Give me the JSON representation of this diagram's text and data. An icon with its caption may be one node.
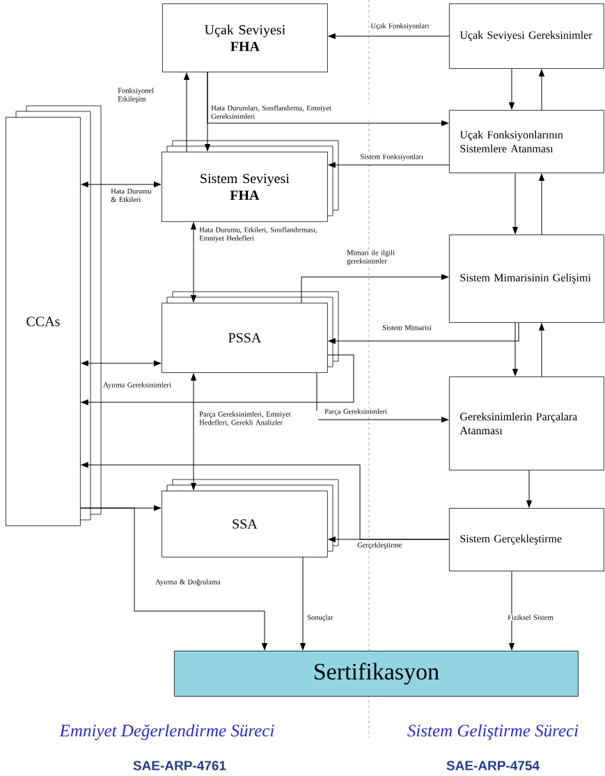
{
  "diagram": {
    "nodes": [
      {
        "text": [
          "CCAs"
        ]
      },
      {
        "text": [
          "Uçak Seviyesi",
          "FHA"
        ]
      },
      {
        "text": [
          "Sistem Seviyesi",
          "FHA"
        ]
      },
      {
        "text": [
          "PSSA"
        ]
      },
      {
        "text": [
          "SSA"
        ]
      },
      {
        "text": [
          "Uçak Seviyesi Gereksinimler"
        ]
      },
      {
        "text": [
          "Uçak Fonksiyonlarının Sistemlere Atanması"
        ]
      },
      {
        "text": [
          "Sistem Mimarisinin Gelişimi"
        ]
      },
      {
        "text": [
          "Gereksinimlerin Parçalara Atanması"
        ]
      },
      {
        "text": [
          "Sistem Gerçekleştirme"
        ]
      },
      {
        "text": [
          "Sertifikasyon"
        ]
      }
    ],
    "edges": [
      {
        "from": 5,
        "to": 1,
        "arrow": "to",
        "label": "Uçak Fonksiyonları"
      },
      {
        "from": 1,
        "to": 2,
        "arrow": "to"
      },
      {
        "from": 1,
        "to": 6,
        "arrow": "to",
        "label": "Hata Durumları, Sınıflandırma, Emniyet Gereksinimleri"
      },
      {
        "from": 2,
        "to": 1,
        "arrow": "to",
        "label": "Fonksiyonel Etkileşim"
      },
      {
        "from": 5,
        "to": 6,
        "arrow": "to"
      },
      {
        "from": 6,
        "to": 5,
        "arrow": "to"
      },
      {
        "from": 6,
        "to": 2,
        "arrow": "to",
        "label": "Sistem Fonksiyonları"
      },
      {
        "from": 6,
        "to": 7,
        "arrow": "to"
      },
      {
        "from": 7,
        "to": 6,
        "arrow": "to"
      },
      {
        "from": 2,
        "to": 0,
        "arrow": "both",
        "label": "Hata Durumu & Etkileri"
      },
      {
        "from": 2,
        "to": 3,
        "arrow": "both",
        "label": "Hata Durumu, Etkileri, Sınıflandırması, Emniyet Hedefleri"
      },
      {
        "from": 3,
        "to": 7,
        "arrow": "to",
        "label": "Mimari ile ilgili gereksinimler"
      },
      {
        "from": 7,
        "to": 3,
        "arrow": "to",
        "label": "Sistem Mimarisi"
      },
      {
        "from": 7,
        "to": 8,
        "arrow": "to"
      },
      {
        "from": 8,
        "to": 7,
        "arrow": "to"
      },
      {
        "from": 3,
        "to": 0,
        "arrow": "both"
      },
      {
        "from": 3,
        "to": 0,
        "arrow": "to",
        "label": "Ayırma Gereksinimleri"
      },
      {
        "from": 3,
        "to": 8,
        "arrow": "to",
        "label": "Parça Gereksinimleri"
      },
      {
        "from": 4,
        "to": 3,
        "arrow": "both",
        "label": "Parça Gereksinimleri, Emniyet Hedefleri, Gerekli Analizler"
      },
      {
        "from": 9,
        "to": 4,
        "arrow": "to",
        "label": "Gerçekleştirme"
      },
      {
        "from": 9,
        "to": 0,
        "arrow": "to"
      },
      {
        "from": 0,
        "to": 4,
        "arrow": "to"
      },
      {
        "from": 0,
        "to": 10,
        "arrow": "to",
        "label": "Ayırma & Doğrulama"
      },
      {
        "from": 4,
        "to": 10,
        "arrow": "to",
        "label": "Sonuçlar"
      },
      {
        "from": 9,
        "to": 10,
        "arrow": "to",
        "label": "Fiziksel Sistem"
      },
      {
        "from": 8,
        "to": 9,
        "arrow": "to"
      }
    ],
    "labels": [
      "Emniyet Değerlendirme Süreci",
      "Sistem Geliştirme Süreci",
      "SAE-ARP-4761",
      "SAE-ARP-4754"
    ]
  }
}
